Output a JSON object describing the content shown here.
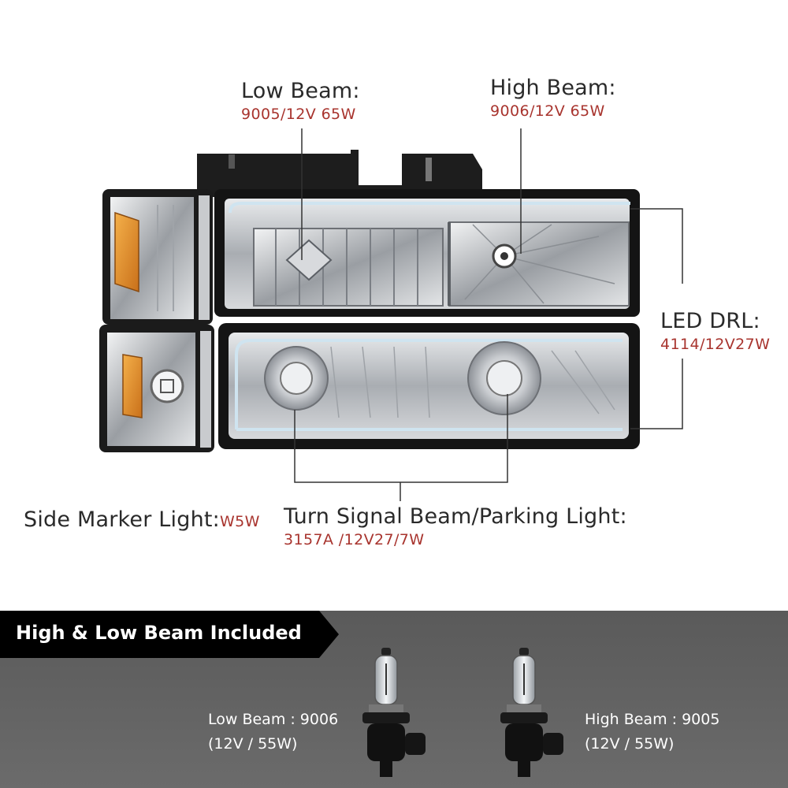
{
  "callouts": {
    "low_beam": {
      "label": "Low Beam:",
      "spec": "9005/12V 65W"
    },
    "high_beam": {
      "label": "High Beam:",
      "spec": "9006/12V 65W"
    },
    "led_drl": {
      "label": "LED DRL:",
      "spec": "4114/12V27W"
    },
    "side_marker": {
      "label": "Side Marker Light:",
      "spec": "W5W"
    },
    "turn_signal": {
      "label": "Turn Signal Beam/Parking Light:",
      "spec": "3157A /12V27/7W"
    }
  },
  "banner": {
    "title": "High & Low Beam Included"
  },
  "bulbs": {
    "low": {
      "line1": "Low Beam : 9006",
      "line2": "(12V / 55W)"
    },
    "high": {
      "line1": "High Beam : 9005",
      "line2": "(12V / 55W)"
    }
  },
  "colors": {
    "spec_red": "#a8342e",
    "amber": "#e08a1c",
    "banner": "#000000",
    "panel": "#606060"
  },
  "icons": [
    "headlight-assembly-image",
    "halogen-bulb-icon"
  ]
}
